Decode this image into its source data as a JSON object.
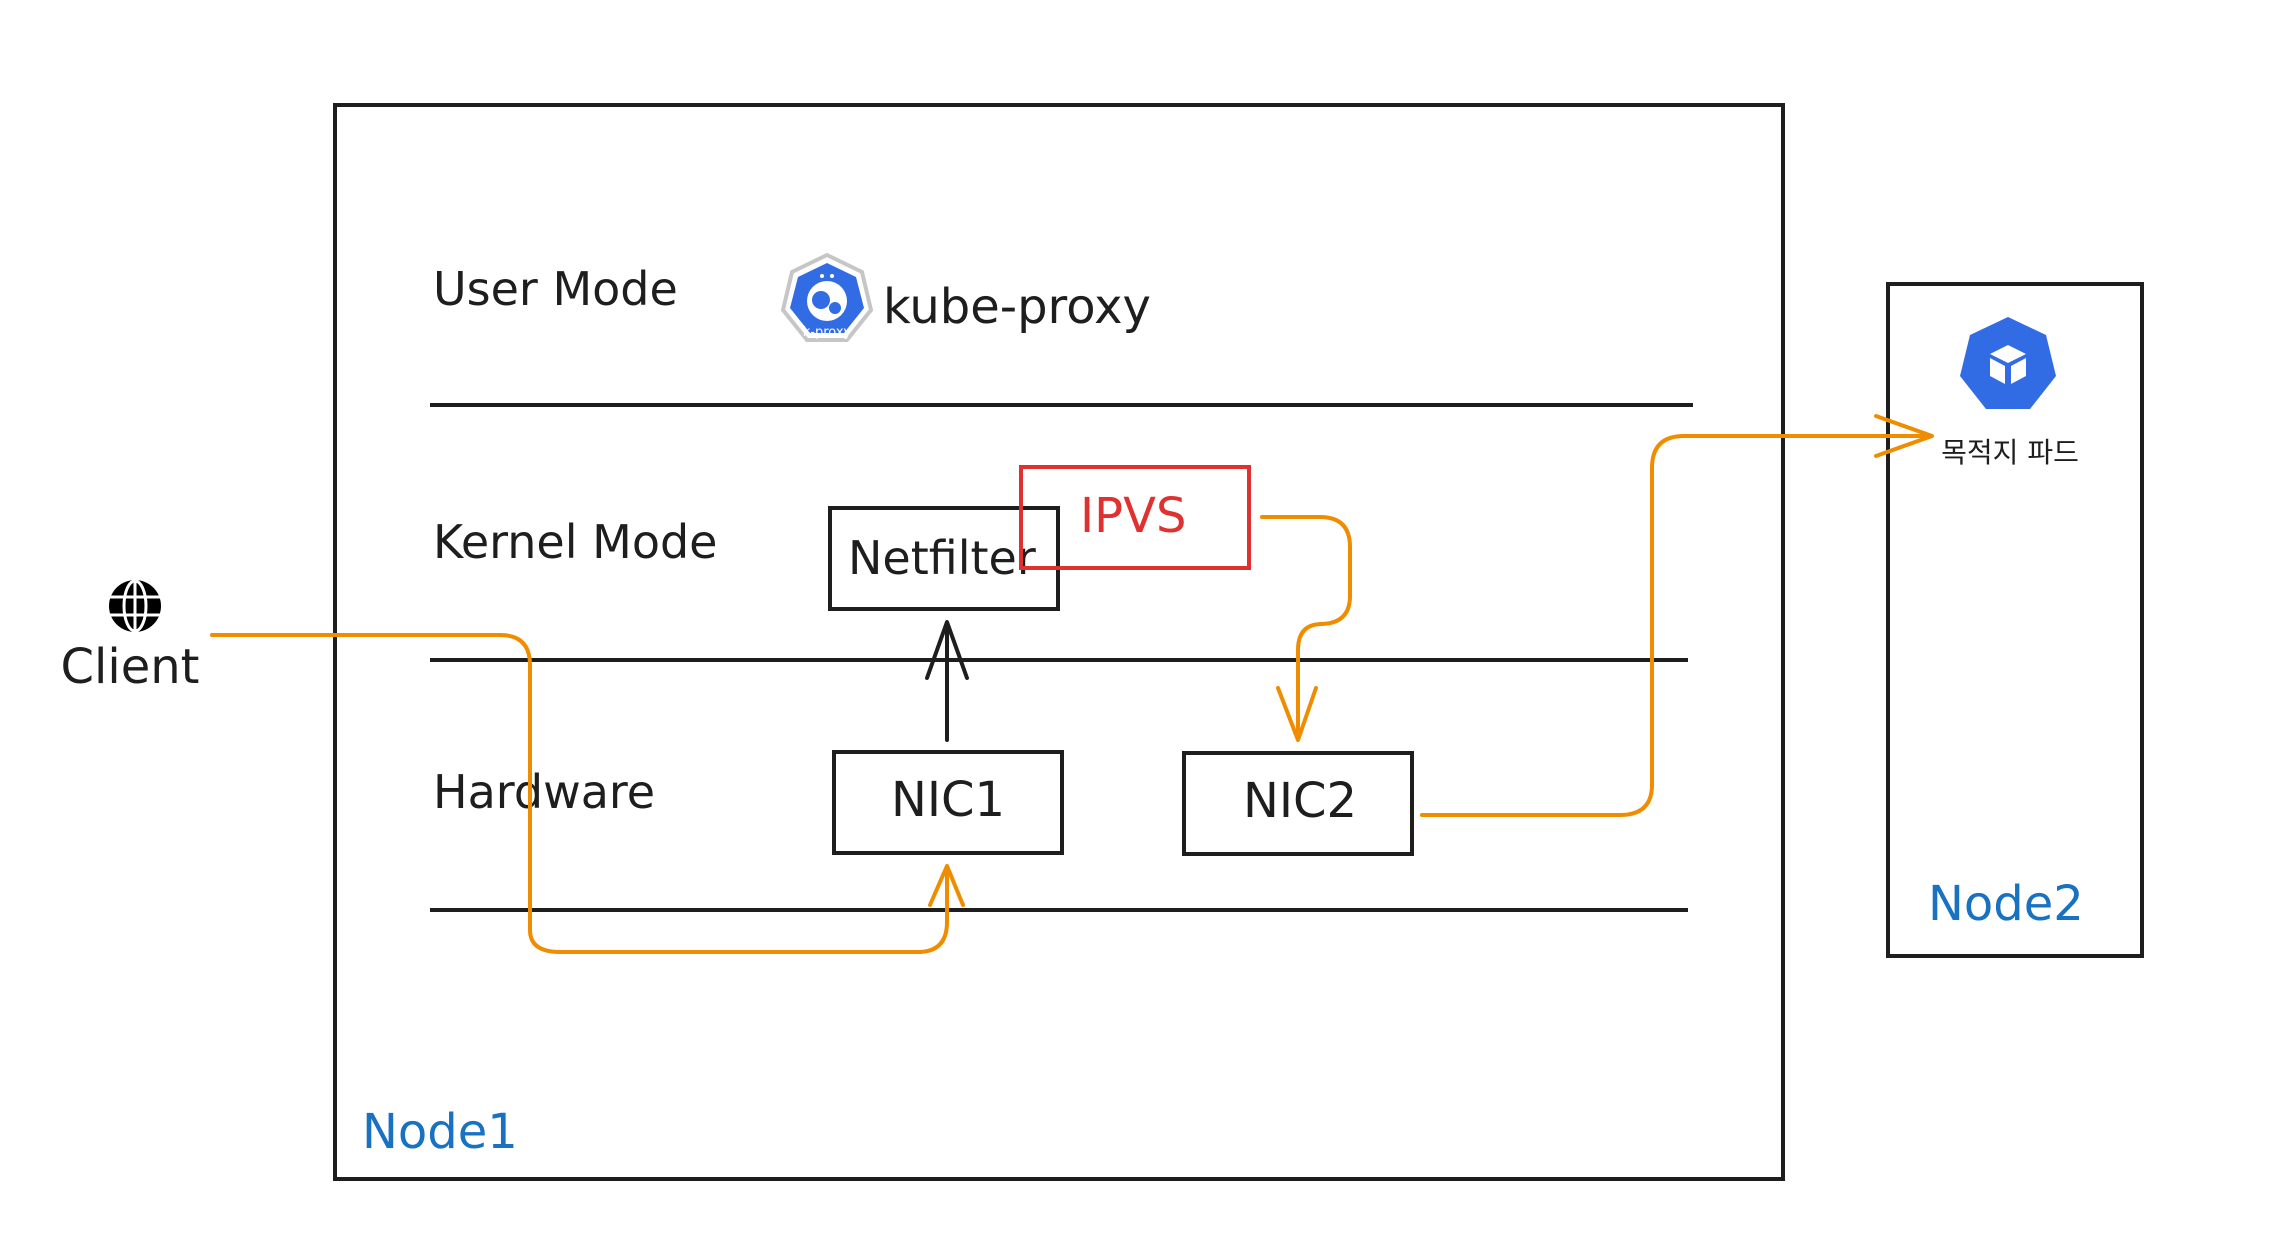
{
  "nodes": {
    "node1": {
      "label": "Node1"
    },
    "node2": {
      "label": "Node2"
    }
  },
  "layers": {
    "user_mode": "User Mode",
    "kernel_mode": "Kernel Mode",
    "hardware": "Hardware"
  },
  "kube_proxy": {
    "label": "kube-proxy",
    "badge_text": "k-proxy"
  },
  "components": {
    "netfilter": "Netfilter",
    "ipvs": "IPVS",
    "nic1": "NIC1",
    "nic2": "NIC2"
  },
  "client": {
    "label": "Client"
  },
  "destination_pod": {
    "label": "목적지 파드"
  },
  "colors": {
    "stroke": "#1e1e1e",
    "flow": "#f08c00",
    "node_label": "#1971c2",
    "ipvs": "#e03131",
    "k8s_blue": "#326ce5"
  },
  "icons": {
    "client": "globe-icon",
    "kube_proxy": "kube-proxy-logo-icon",
    "pod": "kubernetes-pod-icon"
  }
}
